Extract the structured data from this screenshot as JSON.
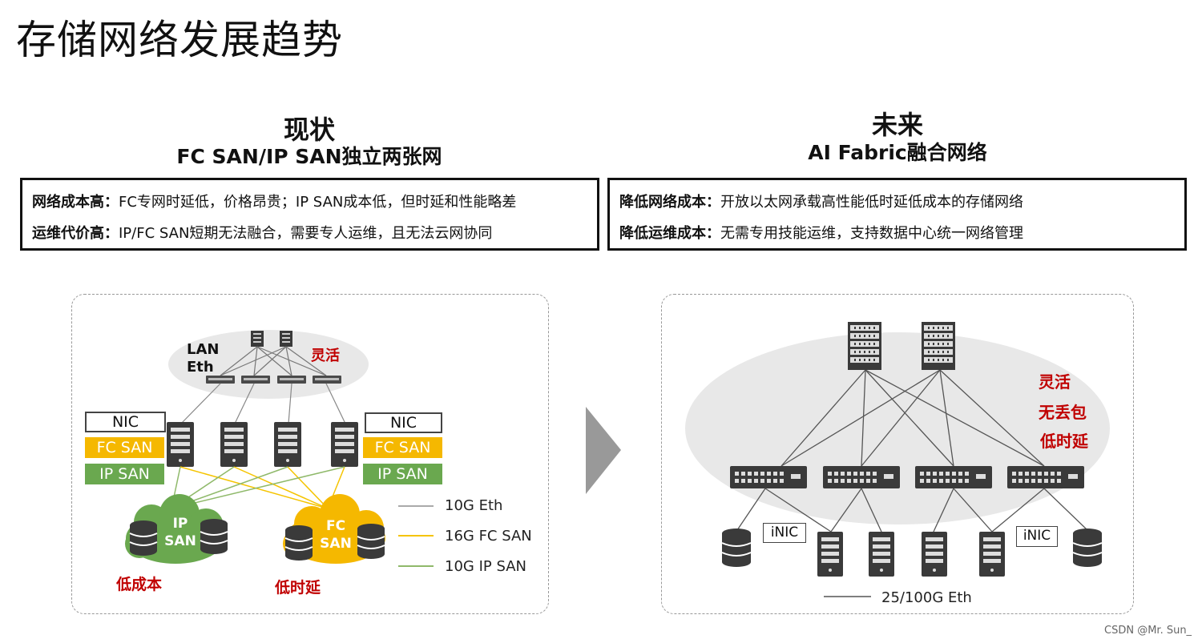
{
  "title": "存储网络发展趋势",
  "left": {
    "heading": "现状",
    "subheading": "FC SAN/IP SAN独立两张网",
    "bullets": [
      {
        "label": "网络成本高：",
        "text": "FC专网时延低，价格昂贵；IP SAN成本低，但时延和性能略差"
      },
      {
        "label": "运维代价高：",
        "text": "IP/FC SAN短期无法融合，需要专人运维，且无法云网协同"
      }
    ],
    "diagram": {
      "lan_label": "LAN\nEth",
      "lan_label_line1": "LAN",
      "lan_label_line2": "Eth",
      "flexible": "灵活",
      "nic": "NIC",
      "fc_san": "FC SAN",
      "ip_san": "IP SAN",
      "ip_cloud_line1": "IP",
      "ip_cloud_line2": "SAN",
      "fc_cloud_line1": "FC",
      "fc_cloud_line2": "SAN",
      "low_cost": "低成本",
      "low_latency": "低时延",
      "legend": [
        {
          "label": "10G Eth",
          "color": "#aaaaaa"
        },
        {
          "label": "16G FC SAN",
          "color": "#f5c400"
        },
        {
          "label": "10G IP SAN",
          "color": "#8fb96a"
        }
      ]
    }
  },
  "right": {
    "heading": "未来",
    "subheading": "AI Fabric融合网络",
    "bullets": [
      {
        "label": "降低网络成本：",
        "text": "开放以太网承载高性能低时延低成本的存储网络"
      },
      {
        "label": "降低运维成本：",
        "text": "无需专用技能运维，支持数据中心统一网络管理"
      }
    ],
    "diagram": {
      "features": [
        "灵活",
        "无丢包",
        "低时延"
      ],
      "inic": "iNIC",
      "legend_label": "25/100G Eth"
    }
  },
  "watermark": "CSDN @Mr. Sun_",
  "colors": {
    "red": "#c00000",
    "fc": "#f5b800",
    "ip": "#6aa84f",
    "arrow": "#999999"
  }
}
